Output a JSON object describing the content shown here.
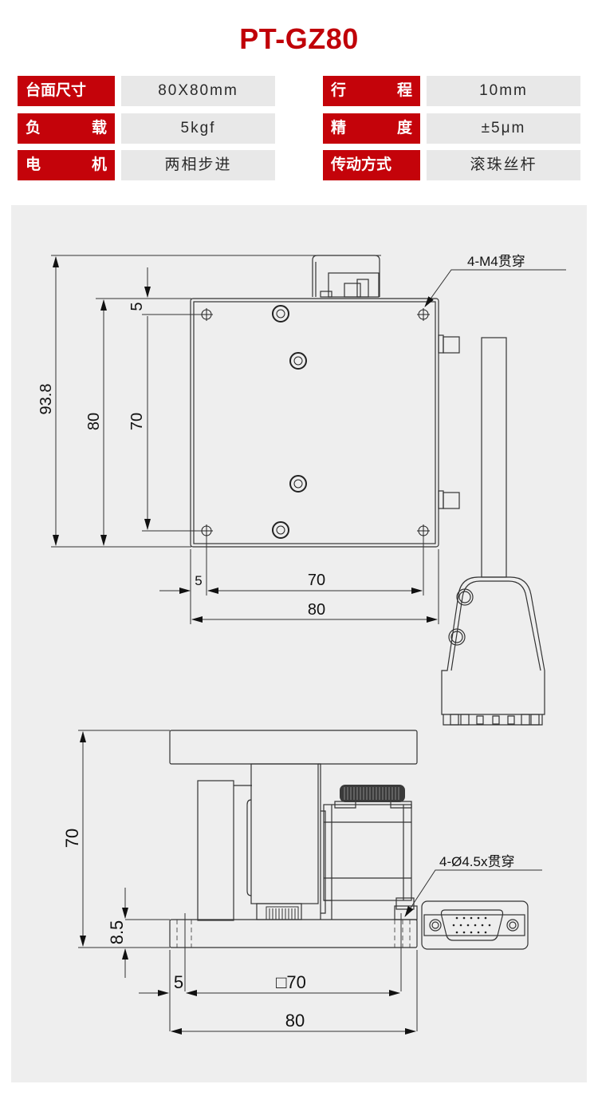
{
  "title": "PT-GZ80",
  "colors": {
    "accent": "#c4030a",
    "title": "#c00008",
    "value_bg": "#e8e8e8",
    "panel_bg": "#eeeeee"
  },
  "specs": {
    "left": [
      {
        "label": "台面尺寸",
        "label_chars": [
          "台面尺寸"
        ],
        "value": "80X80mm"
      },
      {
        "label": "负载",
        "label_chars": [
          "负",
          "载"
        ],
        "value": "5kgf"
      },
      {
        "label": "电机",
        "label_chars": [
          "电",
          "机"
        ],
        "value": "两相步进"
      }
    ],
    "right": [
      {
        "label": "行程",
        "label_chars": [
          "行",
          "程"
        ],
        "value": "10mm"
      },
      {
        "label": "精度",
        "label_chars": [
          "精",
          "度"
        ],
        "value": "±5μm"
      },
      {
        "label": "传动方式",
        "label_chars": [
          "传动方式"
        ],
        "value": "滚珠丝杆"
      }
    ]
  },
  "top_view": {
    "dimensions": {
      "overall_height": "93.8",
      "plate_height": "80",
      "hole_pitch_vertical": "70",
      "edge_offset_vertical": "5",
      "edge_offset_horizontal": "5",
      "hole_pitch_horizontal": "70",
      "plate_width": "80"
    },
    "callout": "4-M4贯穿"
  },
  "side_view": {
    "dimensions": {
      "overall_height": "70",
      "base_height": "8.5",
      "edge_offset": "5",
      "hole_pitch": "□70",
      "base_width": "80"
    },
    "callout": "4-Ø4.5x贯穿"
  }
}
